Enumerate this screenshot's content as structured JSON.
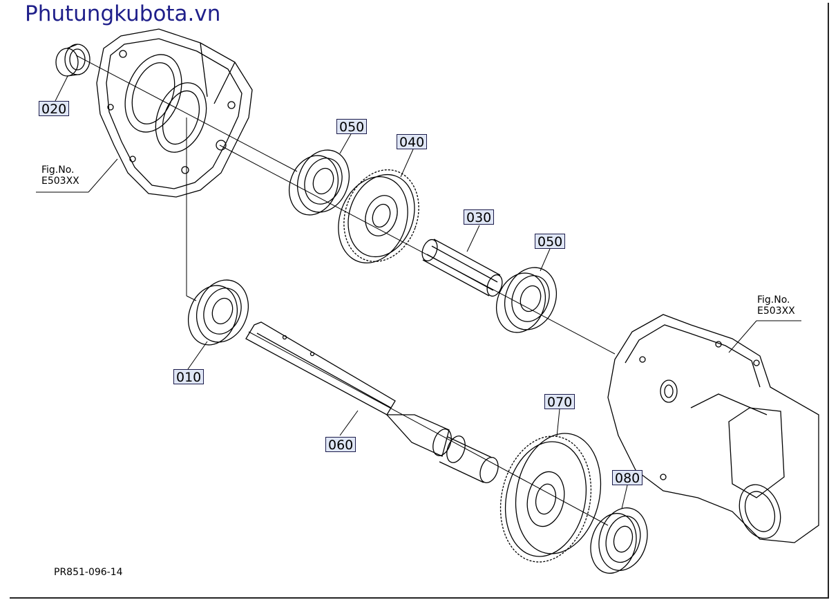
{
  "brand": "Phutungkubota.vn",
  "drawing_code": "PR851-096-14",
  "figure_refs": [
    {
      "line1": "Fig.No.",
      "line2": "E503XX"
    },
    {
      "line1": "Fig.No.",
      "line2": "E503XX"
    }
  ],
  "callouts": [
    "020",
    "050",
    "040",
    "030",
    "050",
    "010",
    "060",
    "070",
    "080"
  ],
  "colors": {
    "brand": "#1f1f8a",
    "callout_bg": "#dfe6f5",
    "line": "#000000"
  }
}
